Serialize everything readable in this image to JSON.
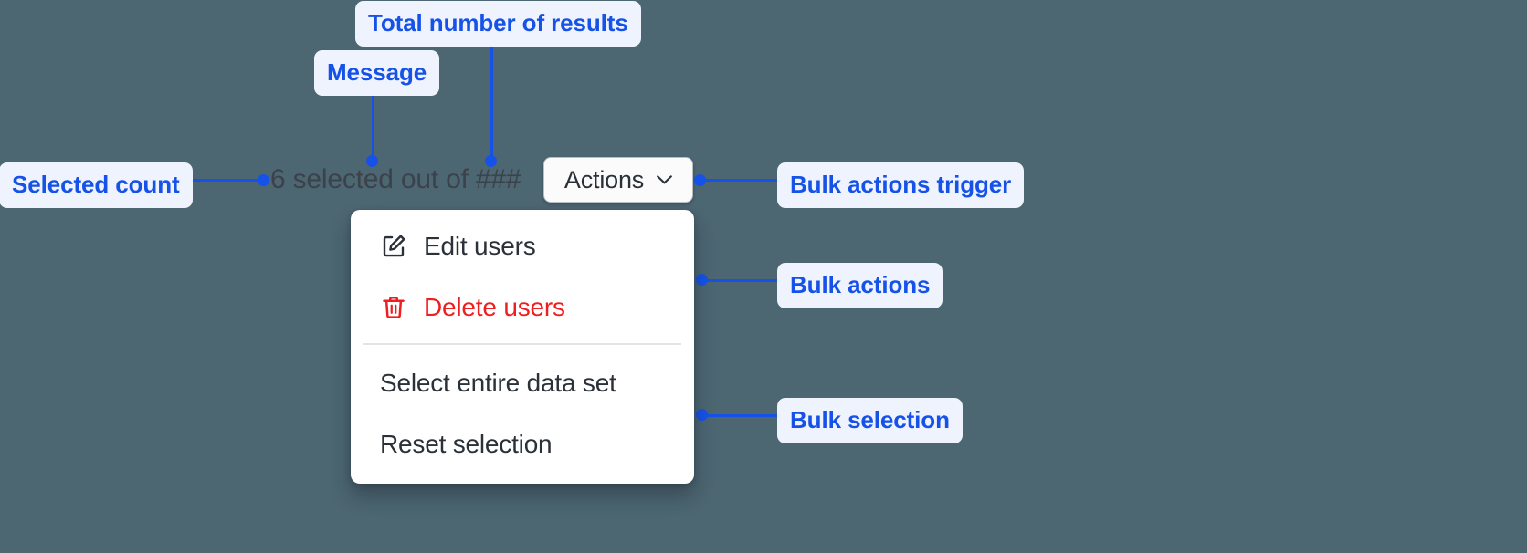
{
  "background_color": "#4c6672",
  "accent_color": "#1652e8",
  "callout_bg": "#eef3fe",
  "danger_color": "#f01f1f",
  "callouts": [
    {
      "id": "total-results",
      "label": "Total number of results"
    },
    {
      "id": "message",
      "label": "Message"
    },
    {
      "id": "selected-count",
      "label": "Selected count"
    },
    {
      "id": "bulk-trigger",
      "label": "Bulk actions trigger"
    },
    {
      "id": "bulk-actions",
      "label": "Bulk actions"
    },
    {
      "id": "bulk-selection",
      "label": "Bulk selection"
    }
  ],
  "selection_bar": {
    "message": "6 selected out of ###",
    "selected_count": "6",
    "total_results": "###",
    "trigger": {
      "label": "Actions",
      "icon": "chevron-down-icon"
    }
  },
  "menu": {
    "items": [
      {
        "label": "Edit users",
        "icon": "edit-square-icon",
        "variant": "default"
      },
      {
        "label": "Delete users",
        "icon": "trash-icon",
        "variant": "danger"
      },
      {
        "label": "Select entire data set",
        "icon": null,
        "variant": "default"
      },
      {
        "label": "Reset selection",
        "icon": null,
        "variant": "default"
      }
    ]
  }
}
